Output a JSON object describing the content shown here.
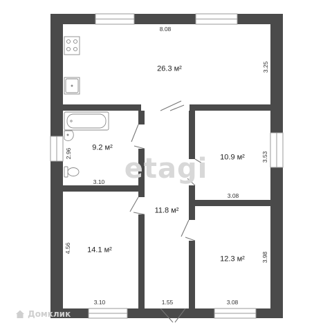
{
  "watermark": "etagi",
  "brand": "Домклик",
  "rooms": {
    "main_area": "26.3 м²",
    "bath_area": "9.2 м²",
    "room_ne_area": "10.9 м²",
    "hall_area": "11.8 м²",
    "room_sw_area": "14.1 м²",
    "room_se_area": "12.3 м²"
  },
  "dimensions": {
    "top_width": "8.08",
    "main_height": "3.25",
    "bath_height": "2.96",
    "bath_width": "3.10",
    "ne_height": "3.53",
    "ne_width": "3.08",
    "sw_height": "4.56",
    "sw_width": "3.10",
    "hall_width": "1.55",
    "se_width": "3.08",
    "se_height": "3.98"
  },
  "colors": {
    "wall": "#4a4a4a",
    "window": "#9a9a9a",
    "line": "#777777"
  }
}
